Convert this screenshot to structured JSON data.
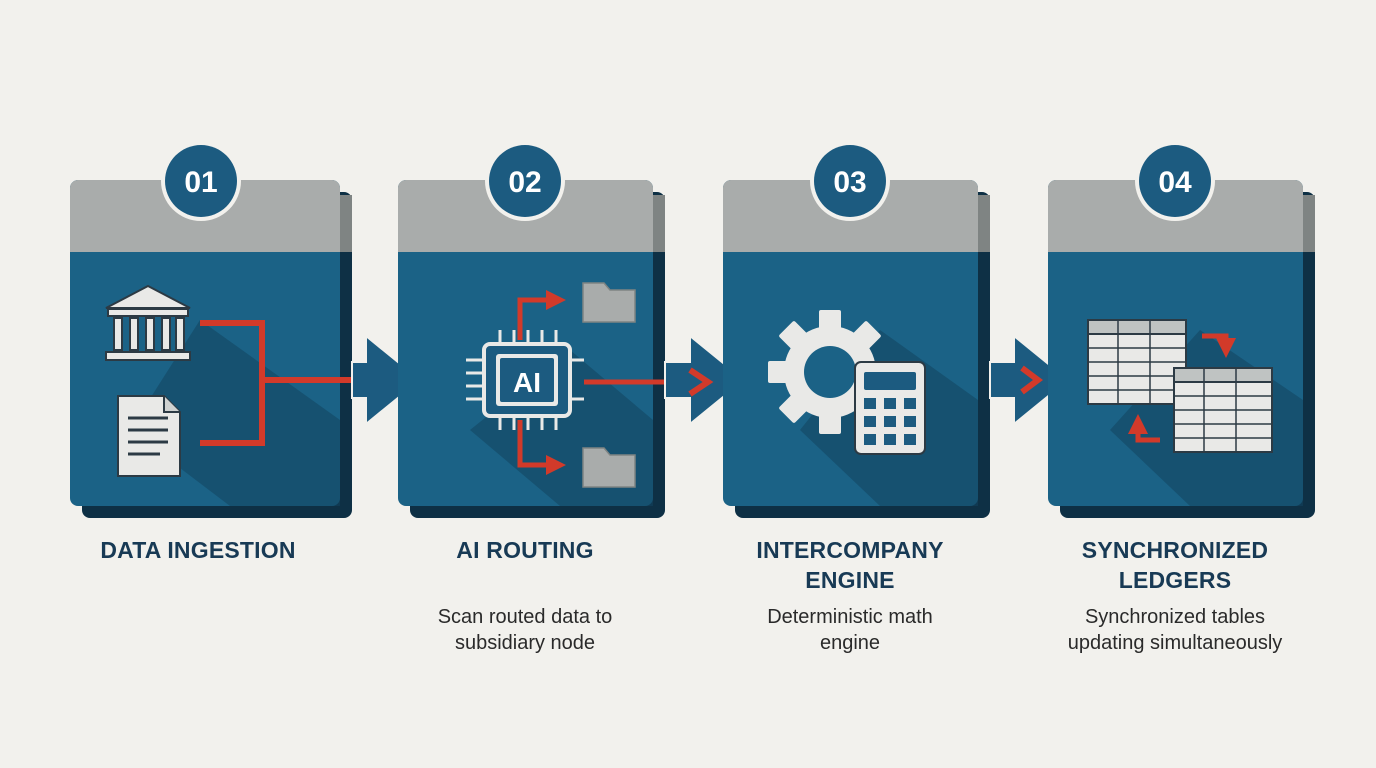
{
  "colors": {
    "background": "#f2f1ed",
    "panel_blue": "#1b6286",
    "panel_dark": "#13445e",
    "panel_back": "#0e3045",
    "header_gray": "#a9acab",
    "header_gray_dark": "#7f8483",
    "badge_blue": "#1c5b80",
    "accent_red": "#d23a2a",
    "icon_light": "#e9e9e7",
    "title_navy": "#183a55"
  },
  "steps": [
    {
      "number": "01",
      "title": "DATA INGESTION",
      "description": "",
      "icons": [
        "bank-icon",
        "document-icon"
      ]
    },
    {
      "number": "02",
      "title": "AI ROUTING",
      "description": "Scan routed data to subsidiary node",
      "icons": [
        "ai-chip-icon",
        "folder-icon",
        "folder-icon"
      ],
      "chip_label": "AI"
    },
    {
      "number": "03",
      "title": "INTERCOMPANY ENGINE",
      "description": "Deterministic math engine",
      "icons": [
        "gear-icon",
        "calculator-icon"
      ]
    },
    {
      "number": "04",
      "title": "SYNCHRONIZED LEDGERS",
      "description": "Synchronized tables updating simultaneously",
      "icons": [
        "ledger-table-icon",
        "ledger-table-icon",
        "sync-arrows-icon"
      ]
    }
  ]
}
